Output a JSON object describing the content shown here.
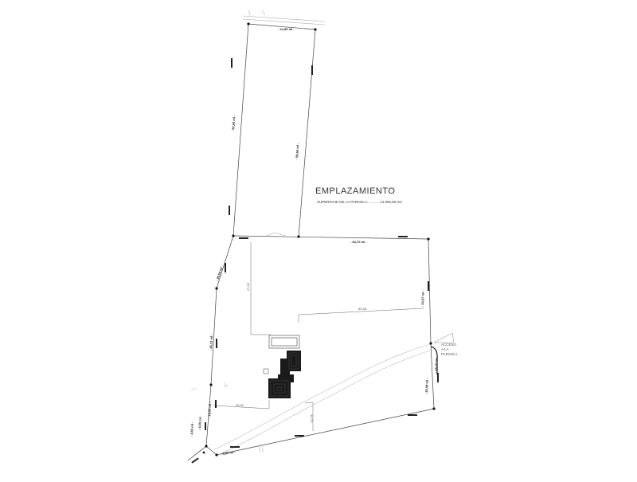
{
  "drawing": {
    "title": "EMPLAZAMIENTO",
    "subtitle_label": "SUPERFICIE DE LA PARCELA:",
    "subtitle_dots": "..........",
    "subtitle_value": "14.082,50 m2",
    "access_label": [
      "ACCESO",
      "A LA",
      "PARCELA"
    ]
  },
  "dimensions": {
    "top_edge": "- 24,85 ml -",
    "middle_edge": "- 84,70 ml -",
    "north_left": "- 90,64 ml -",
    "north_right": "- 96,64 ml -",
    "west_upper": "- 26,54 ml -",
    "west_lower": "- 46,13 ml -",
    "west_short1": "- 19,05 ml -",
    "west_short2": "- 4,60 ml -",
    "west_short3": "- 4,65 ml -",
    "south_small": "- 6,50 ml -",
    "east_upper": "- 24,37 ml -",
    "east_mid": "- 16,15 ml -",
    "east_lower": "- 35,08 ml -",
    "setback_vertical": "27,33",
    "setback_horizontal": "60,36",
    "setback_south": "20,00",
    "setback_road": "10,75"
  },
  "colors": {
    "line": "#555555",
    "dark": "#1a1a1a",
    "road": "#bbbbbb"
  }
}
